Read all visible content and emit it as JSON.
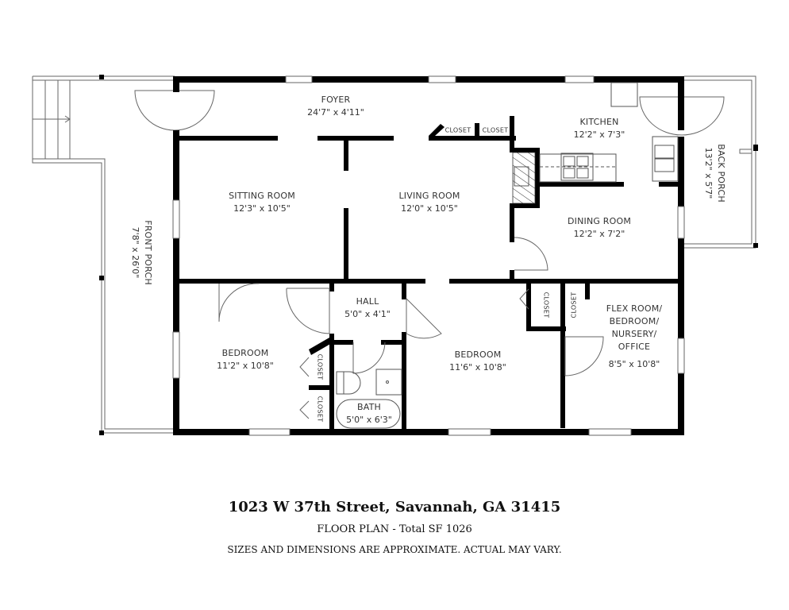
{
  "plan": {
    "rooms": [
      {
        "id": "foyer",
        "name": "FOYER",
        "dimensions": "24'7\" x 4'11\""
      },
      {
        "id": "kitchen",
        "name": "KITCHEN",
        "dimensions": "12'2\" x 7'3\""
      },
      {
        "id": "back-porch",
        "name": "BACK PORCH",
        "dimensions": "13'2\" x 5'7\""
      },
      {
        "id": "sitting-room",
        "name": "SITTING ROOM",
        "dimensions": "12'3\" x 10'5\""
      },
      {
        "id": "living-room",
        "name": "LIVING ROOM",
        "dimensions": "12'0\" x 10'5\""
      },
      {
        "id": "dining-room",
        "name": "DINING ROOM",
        "dimensions": "12'2\" x 7'2\""
      },
      {
        "id": "front-porch",
        "name": "FRONT PORCH",
        "dimensions": "7'8\" x 26'0\""
      },
      {
        "id": "hall",
        "name": "HALL",
        "dimensions": "5'0\" x 4'1\""
      },
      {
        "id": "bedroom-1",
        "name": "BEDROOM",
        "dimensions": "11'2\" x 10'8\""
      },
      {
        "id": "bath",
        "name": "BATH",
        "dimensions": "5'0\" x 6'3\""
      },
      {
        "id": "bedroom-2",
        "name": "BEDROOM",
        "dimensions": "11'6\" x 10'8\""
      },
      {
        "id": "flex-room",
        "name": "FLEX ROOM/\nBEDROOM/\nNURSERY/\nOFFICE",
        "name_lines": [
          "FLEX ROOM/",
          "BEDROOM/",
          "NURSERY/",
          "OFFICE"
        ],
        "dimensions": "8'5\" x 10'8\""
      }
    ],
    "closet_label": "CLOSET"
  },
  "footer": {
    "address": "1023 W 37th Street, Savannah, GA 31415",
    "subtitle": "FLOOR PLAN - Total SF 1026",
    "disclaimer": "SIZES AND DIMENSIONS ARE APPROXIMATE. ACTUAL MAY VARY."
  },
  "colors": {
    "wall": "#000000",
    "thin_line": "#555555",
    "text": "#333333",
    "background": "#ffffff"
  }
}
